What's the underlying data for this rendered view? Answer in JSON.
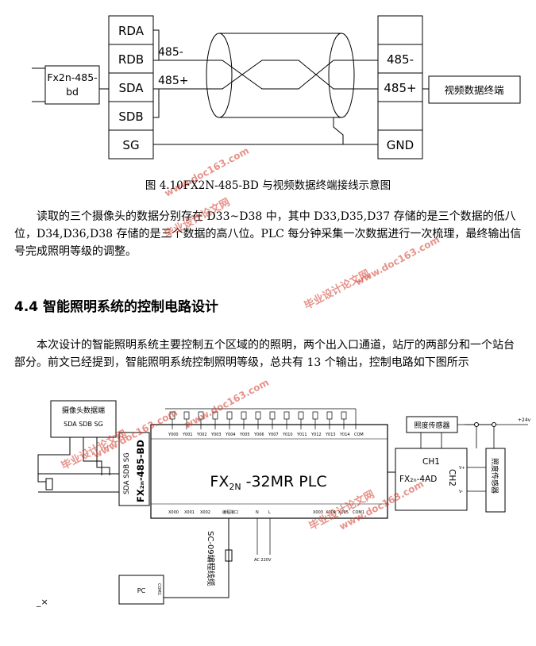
{
  "figure1": {
    "left_terminals": [
      "RDA",
      "RDB",
      "SDA",
      "SDB",
      "SG"
    ],
    "left_wire_labels": [
      "485-",
      "485+"
    ],
    "device_left_line1": "Fx2n-485-",
    "device_left_line2": "bd",
    "right_terminals": [
      "485-",
      "485+",
      "GND"
    ],
    "device_right": "视频数据终端",
    "caption": "图 4.10FX2N-485-BD 与视频数据终端接线示意图"
  },
  "paragraph1": "读取的三个摄像头的数据分别存在 D33~D38 中，其中 D33,D35,D37 存储的是三个数据的低八位，D34,D36,D38 存储的是三个数据的高八位。PLC 每分钟采集一次数据进行一次梳理，最终输出信号完成照明等级的调整。",
  "section_heading": "4.4  智能照明系统的控制电路设计",
  "paragraph2": "本次设计的智能照明系统主要控制五个区域的的照明，两个出入口通道，站厅的两部分和一个站台部分。前文已经提到，智能照明系统控制照明等级，总共有 13 个输出，控制电路如下图所示",
  "figure2": {
    "camera_box": "摄像头数据端",
    "camera_pins": "SDA SDB SG",
    "bd_pins": "SDA SDB SG",
    "bd_name": "FX₂ₙ-485-BD",
    "plc_name_prefix": "FX",
    "plc_name_sub": "2N",
    "plc_name_suffix": " -32MR PLC",
    "top_outputs": [
      "Y000",
      "Y001",
      "Y002",
      "Y003",
      "Y004",
      "Y005",
      "Y006",
      "Y007",
      "Y010",
      "Y011",
      "Y012",
      "Y013",
      "Y014",
      "COM"
    ],
    "bottom_inputs": [
      "X000",
      "X001",
      "X002",
      "编程接口",
      "N",
      "L",
      "X003",
      "X004",
      "X005",
      "COM1"
    ],
    "ac_label": "AC 220V",
    "cable_label": "SC-09编程线缆",
    "pc_label": "PC",
    "com_label": "COM1",
    "ad_module_line1": "CH1",
    "ad_module_line2": "FX₂ₙ-4AD",
    "ad_module_ch2": "CH2",
    "sensor_top": "照度传感器",
    "sensor_right": "照度传感器",
    "v_plus": "V+",
    "v_minus": "V-",
    "supply": "+24v"
  },
  "watermarks": [
    "毕业设计论文网",
    "www.doc163.com"
  ]
}
